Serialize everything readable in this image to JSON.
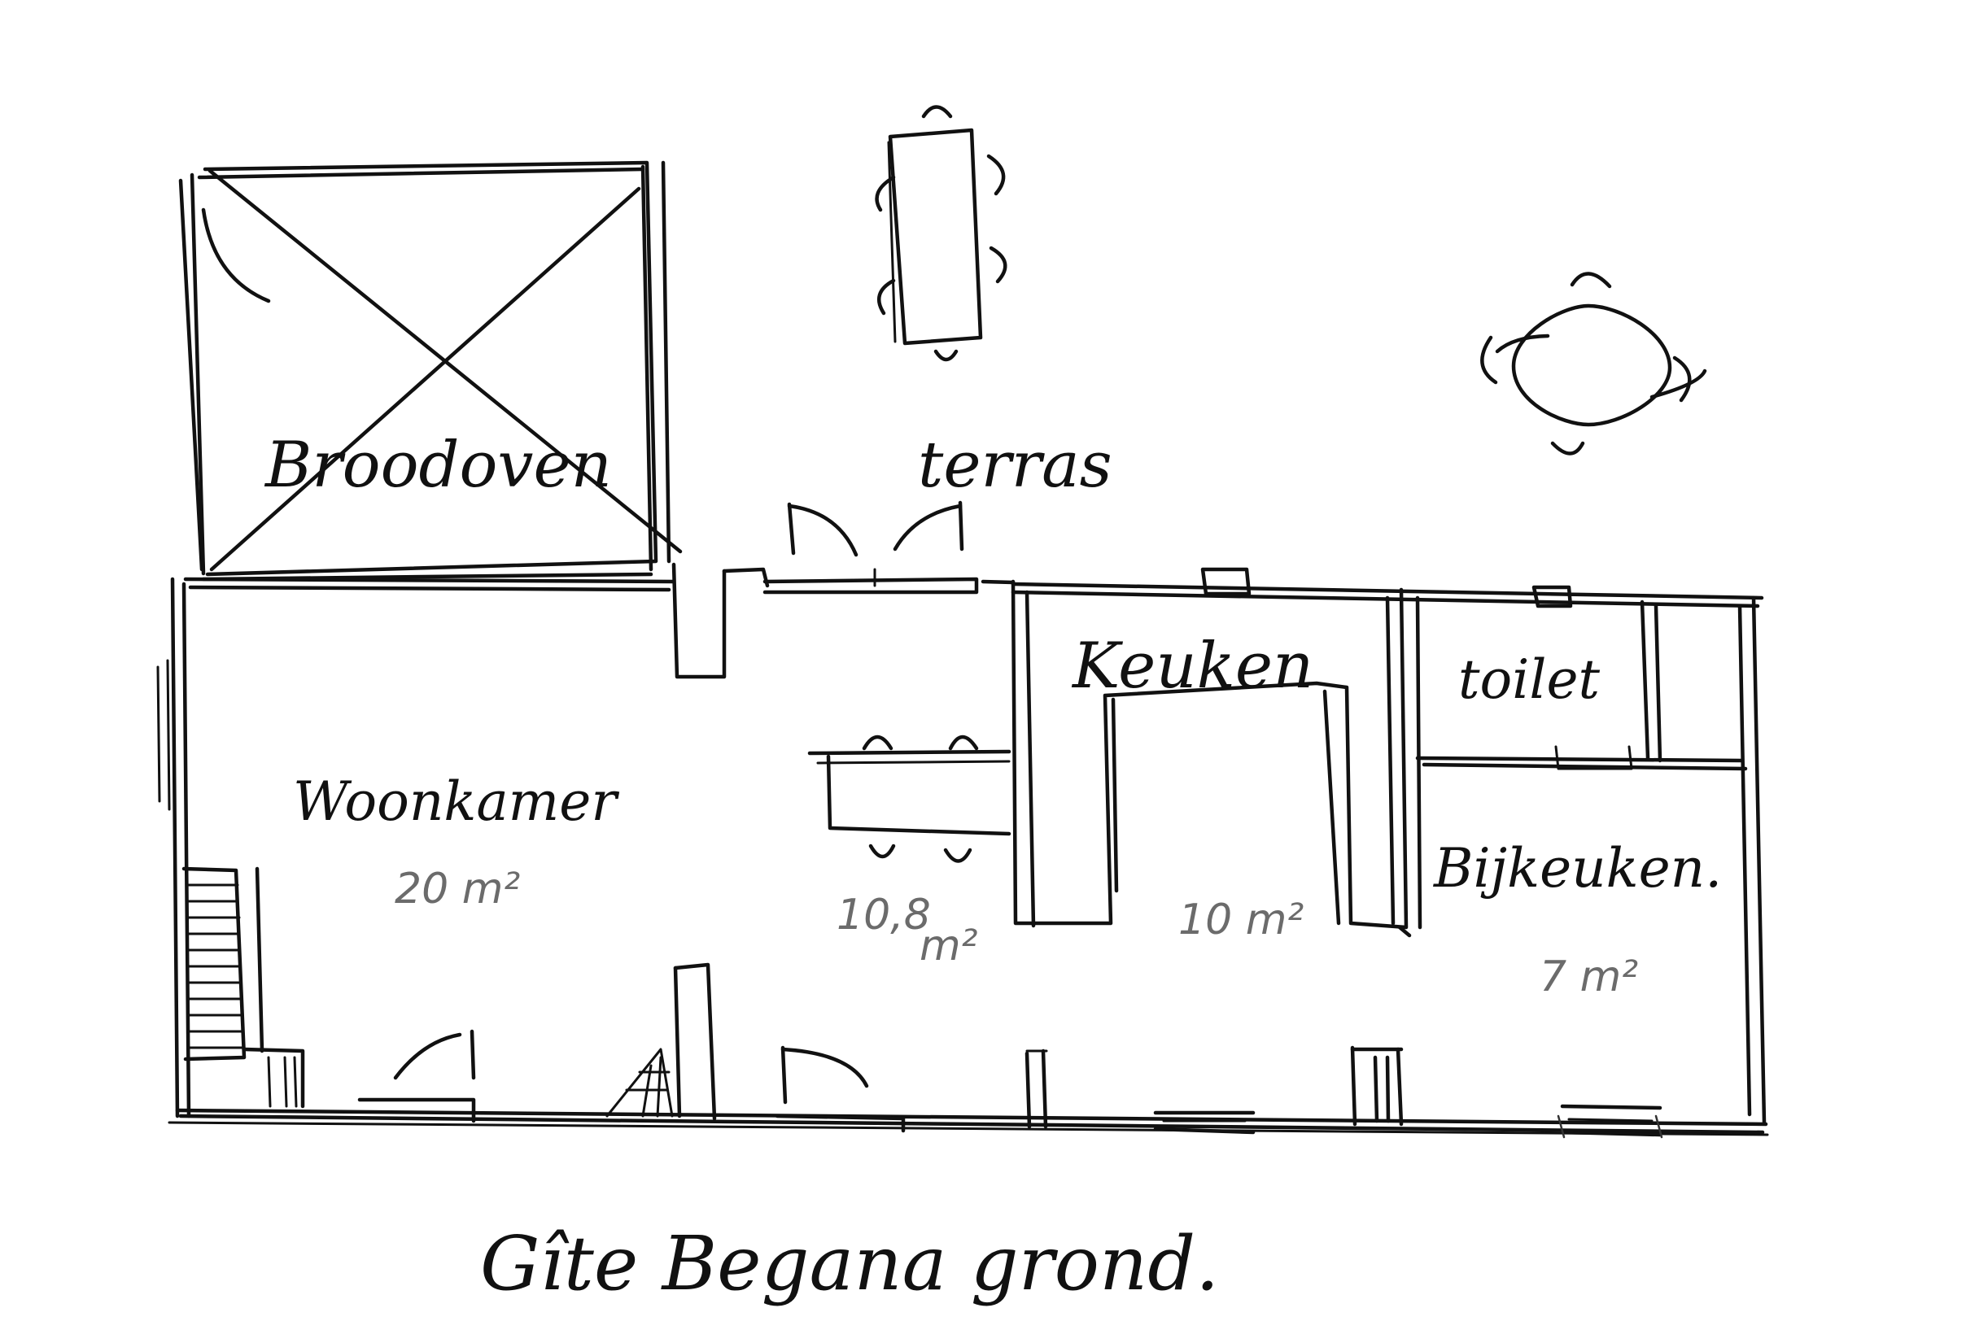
{
  "title": "Gîte Begana grond.",
  "rooms": {
    "broodoven": {
      "label": "Broodoven"
    },
    "terras": {
      "label": "terras"
    },
    "keuken": {
      "label": "Keuken",
      "area": "10 m²"
    },
    "toilet": {
      "label": "toilet"
    },
    "woonkamer": {
      "label": "Woonkamer",
      "area": "20 m²"
    },
    "eetkamer": {
      "area_number": "10,8",
      "area_unit": "m²"
    },
    "bijkeuken": {
      "label": "Bijkeuken.",
      "area": "7 m²"
    }
  },
  "icons": [
    "outdoor-table-icon",
    "round-table-icon",
    "dining-table-icon",
    "stairs-icon",
    "door-icon",
    "window-icon"
  ]
}
